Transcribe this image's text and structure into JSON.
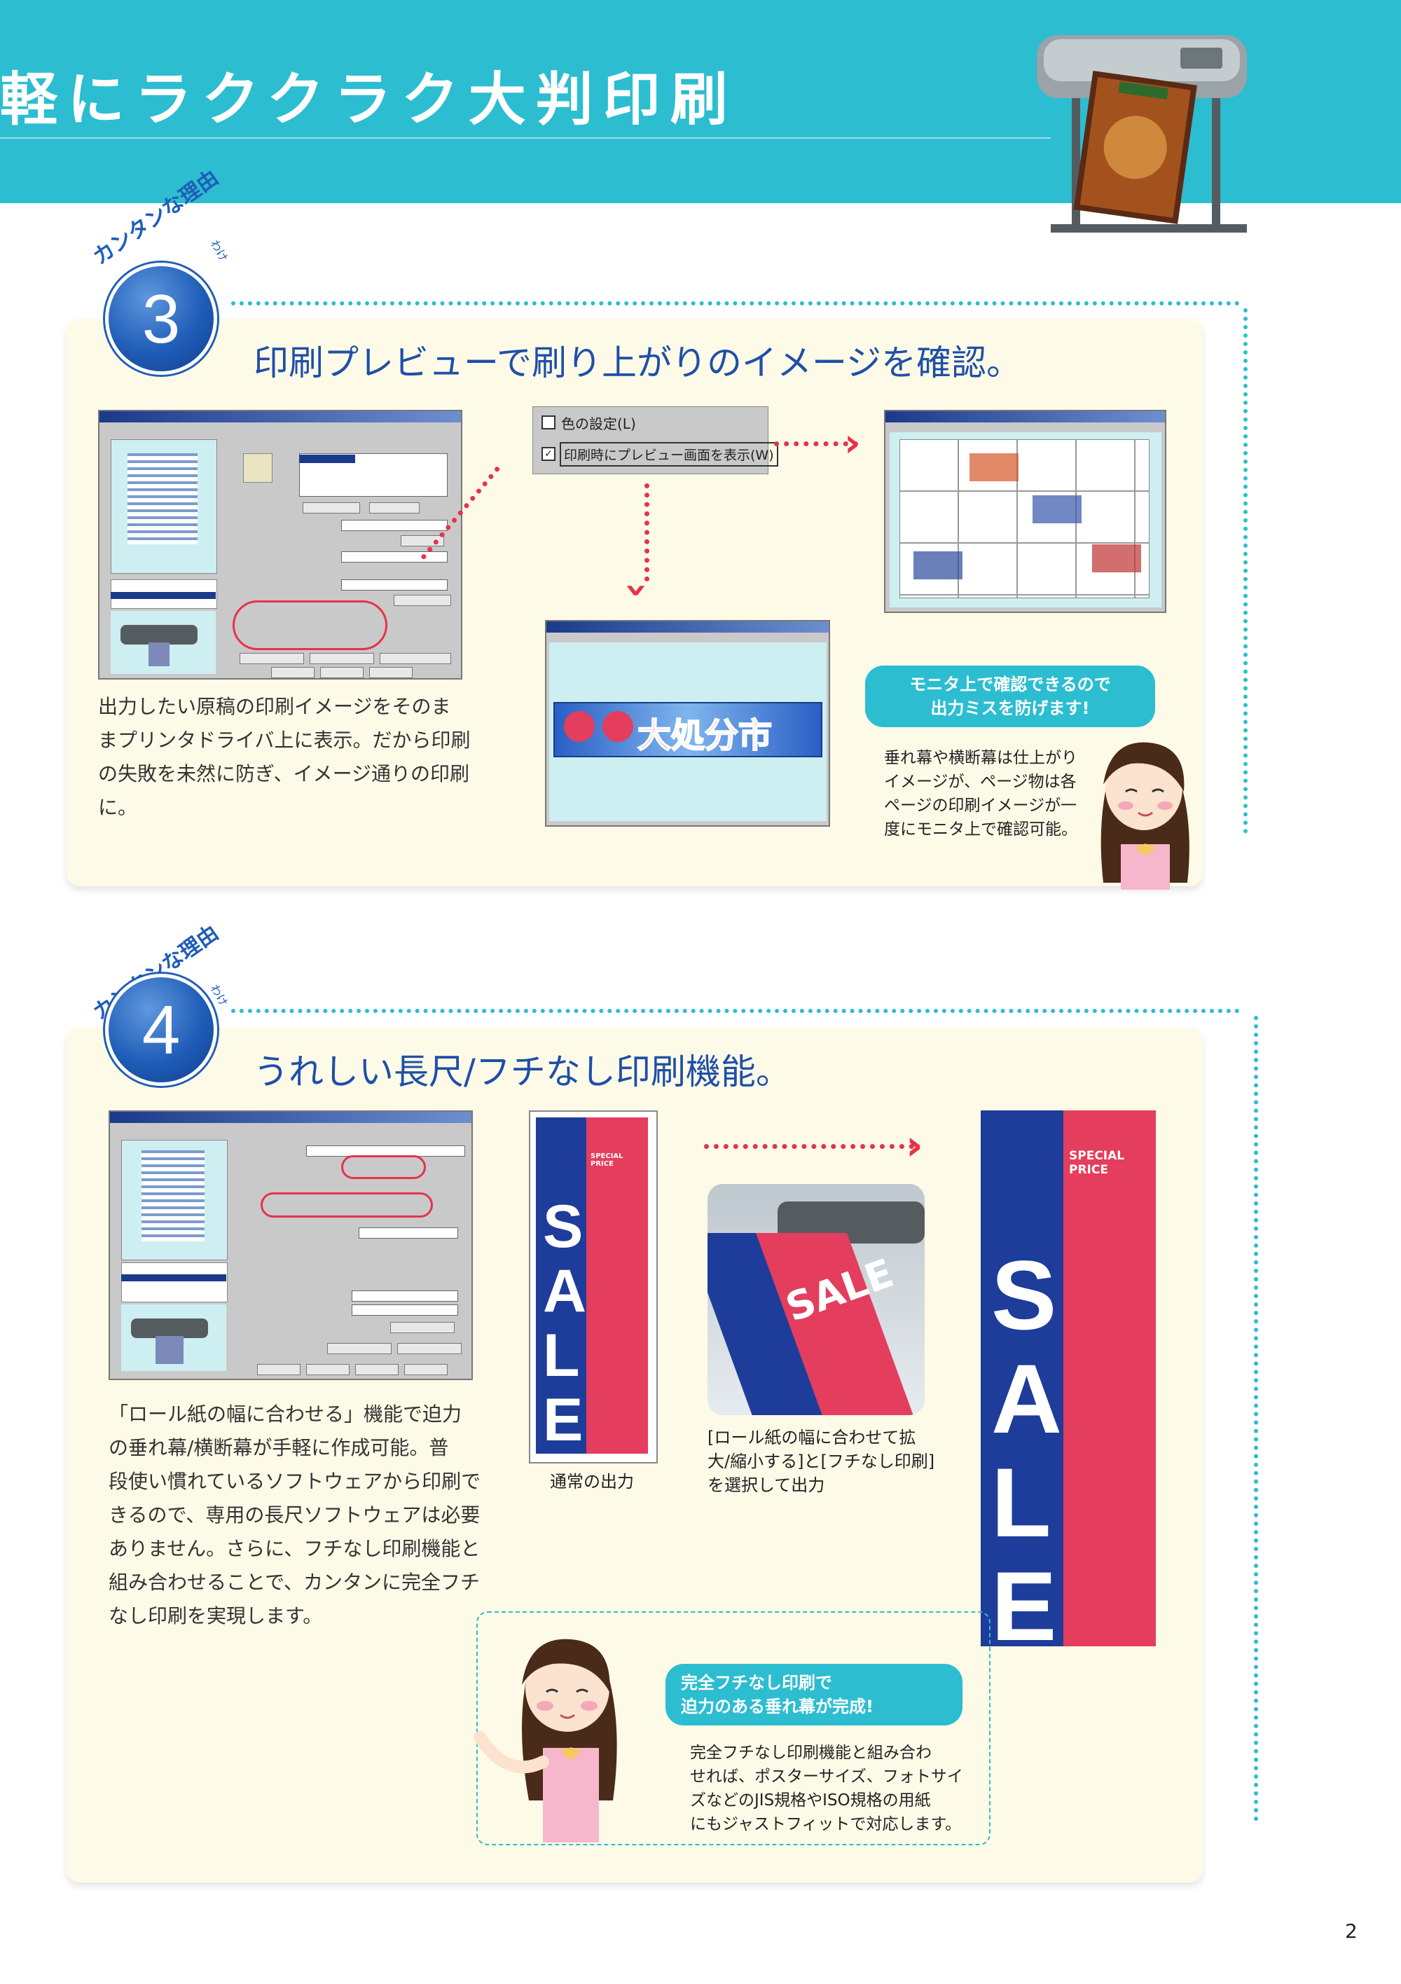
{
  "header": {
    "title": "軽にラククラク大判印刷"
  },
  "section3": {
    "reason_label": "カンタンな理由",
    "reason_ruby": "わけ",
    "number": "3",
    "title": "印刷プレビューで刷り上がりのイメージを確認。",
    "checkbox_color": "色の設定(L)",
    "checkbox_preview": "印刷時にプレビュー画面を表示(W)",
    "preview_banner_text": "大処分市",
    "body": [
      "出力したい原稿の印刷イメージをそのま",
      "まプリンタドライバ上に表示。だから印刷",
      "の失敗を未然に防ぎ、イメージ通りの印刷に。"
    ],
    "bubble": [
      "モニタ上で確認できるので",
      "出力ミスを防げます!"
    ],
    "note": [
      "垂れ幕や横断幕は仕上がり",
      "イメージが、ページ物は各",
      "ページの印刷イメージが一",
      "度にモニタ上で確認可能。"
    ]
  },
  "section4": {
    "reason_label": "カンタンな理由",
    "reason_ruby": "わけ",
    "number": "4",
    "title": "うれしい長尺/フチなし印刷機能。",
    "body": [
      "「ロール紙の幅に合わせる」機能で迫力",
      "の垂れ幕/横断幕が手軽に作成可能。普",
      "段使い慣れているソフトウェアから印刷で",
      "きるので、専用の長尺ソフトウェアは必要",
      "ありません。さらに、フチなし印刷機能と",
      "組み合わせることで、カンタンに完全フチ",
      "なし印刷を実現します。"
    ],
    "caption_normal": "通常の出力",
    "caption_fit": [
      "[ロール紙の幅に合わせて拡",
      "大/縮小する]と[フチなし印刷]",
      "を選択して出力"
    ],
    "banner_special": "SPECIAL PRICE",
    "banner_sale": "SALE",
    "bubble": [
      "完全フチなし印刷で",
      "迫力のある垂れ幕が完成!"
    ],
    "note": [
      "完全フチなし印刷機能と組み合わ",
      "せれば、ポスターサイズ、フォトサイ",
      "ズなどのJIS規格やISO規格の用紙",
      "にもジャストフィットで対応します。"
    ]
  },
  "page_number": "2",
  "colors": {
    "accent": "#2cbdd0",
    "navy": "#1f5db8",
    "red": "#e43d5d",
    "panel": "#fdfbe8"
  }
}
